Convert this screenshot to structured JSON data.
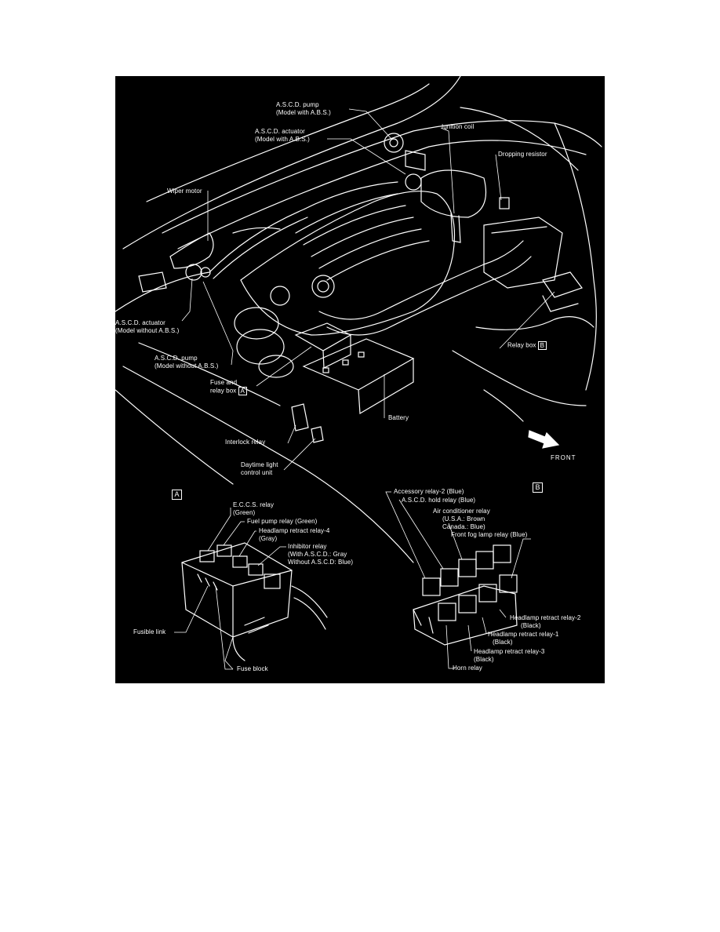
{
  "labels": {
    "ascd_pump_abs_1": "A.S.C.D. pump",
    "ascd_pump_abs_2": "(Model with A.B.S.)",
    "ascd_act_abs_1": "A.S.C.D. actuator",
    "ascd_act_abs_2": "(Model with A.B.S.)",
    "ignition_coil": "Ignition coil",
    "dropping_resistor": "Dropping resistor",
    "wiper_motor": "Wiper motor",
    "ascd_act_noabs_1": "A.S.C.D. actuator",
    "ascd_act_noabs_2": "(Model without A.B.S.)",
    "ascd_pump_noabs_1": "A.S.C.D. pump",
    "ascd_pump_noabs_2": "(Model without A.B.S.)",
    "fuse_relay_1": "Fuse and",
    "fuse_relay_2": "relay box",
    "relay_box": "Relay box",
    "battery": "Battery",
    "interlock_relay": "Interlock relay",
    "daytime_1": "Daytime light",
    "daytime_2": "control unit",
    "front": "FRONT",
    "tag_a": "A",
    "tag_b": "B"
  },
  "panel_a": {
    "eccs_1": "E.C.C.S. relay",
    "eccs_2": "(Green)",
    "fuel_pump": "Fuel pump relay (Green)",
    "headlamp4_1": "Headlamp retract relay-4",
    "headlamp4_2": "(Gray)",
    "inhibitor": "Inhibitor relay",
    "inhibitor_with": "(With A.S.C.D.: Gray",
    "inhibitor_without": "Without A.S.C.D: Blue)",
    "fusible_link": "Fusible link",
    "fuse_block": "Fuse block"
  },
  "panel_b": {
    "accessory2": "Accessory relay-2 (Blue)",
    "ascd_hold": "A.S.C.D. hold relay (Blue)",
    "aircon": "Air conditioner relay",
    "aircon_usa": "(U.S.A.: Brown",
    "aircon_canada": "Canada.: Blue)",
    "front_fog": "Front fog lamp relay (Blue)",
    "headlamp2_1": "Headlamp retract relay-2",
    "headlamp2_2": "(Black)",
    "headlamp1_1": "Headlamp retract relay-1",
    "headlamp1_2": "(Black)",
    "headlamp3_1": "Headlamp retract relay-3",
    "headlamp3_2": "(Black)",
    "horn": "Horn relay"
  }
}
